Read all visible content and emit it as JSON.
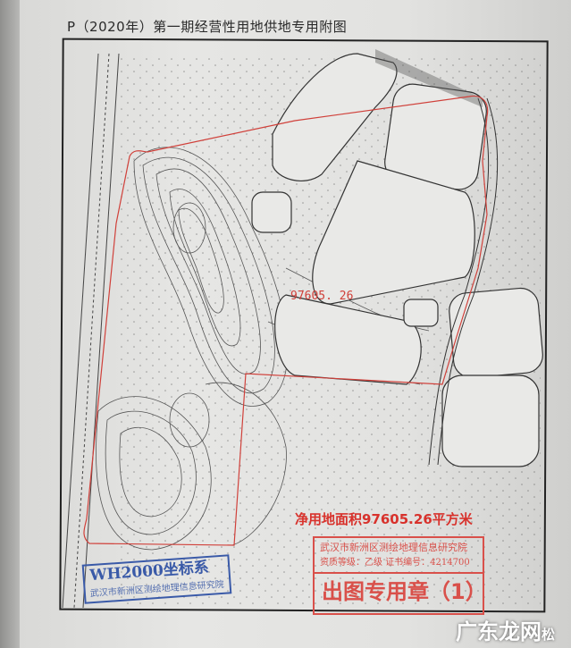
{
  "document": {
    "title": "P（2020年）第一期经营性用地供地专用附图"
  },
  "map": {
    "parcel_area_label": "97605. 26",
    "net_area_label": "净用地面积97605.26平方米",
    "parcel_outline_color": "#d0403a"
  },
  "stamps": {
    "blue": {
      "line1": "WH2000坐标系",
      "line2": "武汉市新洲区测绘地理信息研究院"
    },
    "red": {
      "line1": "武汉市新洲区测绘地理信息研究院",
      "line2": "资质等级：乙级  证书编号：4214700",
      "line3": "出图专用章（1）"
    }
  },
  "watermark": {
    "main": "广东龙网",
    "suffix": "松"
  }
}
